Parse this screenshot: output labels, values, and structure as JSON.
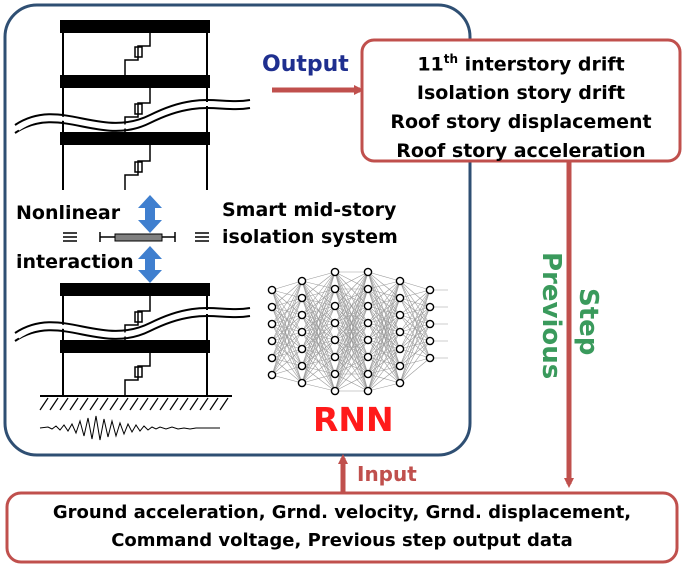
{
  "output_label": "Output",
  "output_box": {
    "line1_main": "11",
    "line1_sup": "th",
    "line1_rest": " interstory drift",
    "line2": "Isolation story drift",
    "line3": "Roof story displacement",
    "line4": "Roof story acceleration"
  },
  "previous_step": {
    "word1": "Previous",
    "word2": "Step"
  },
  "nonlinear_label": "Nonlinear",
  "interaction_label": "interaction",
  "smart_label_line1": "Smart mid-story",
  "smart_label_line2": "isolation system",
  "rnn_label": "RNN",
  "input_label": "Input",
  "input_box": {
    "line1": "Ground acceleration, Grnd. velocity, Grnd. displacement,",
    "line2": "Command voltage, Previous step output data"
  },
  "colors": {
    "frame_border": "#2f4f73",
    "arrow_red": "#c0504d",
    "output_blue": "#1f2f8f",
    "rnn_red": "#ff1a1a",
    "previous_step_green": "#3a9a5c",
    "double_arrow_blue": "#3f7fcf"
  }
}
